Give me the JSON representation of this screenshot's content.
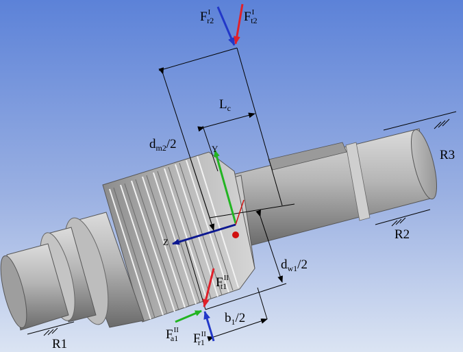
{
  "labels": {
    "force_r2_top": {
      "main": "F",
      "sub": "r2",
      "sup": "I"
    },
    "force_t2_top": {
      "main": "F",
      "sub": "t2",
      "sup": "I"
    },
    "force_t1_bottom": {
      "main": "F",
      "sub": "t1",
      "sup": "II"
    },
    "force_a1_bottom": {
      "main": "F",
      "sub": "a1",
      "sup": "II"
    },
    "force_r1_bottom": {
      "main": "F",
      "sub": "r1",
      "sup": "II"
    },
    "dim_lc": {
      "main": "L",
      "sub": "c"
    },
    "dim_dm2": {
      "main": "d",
      "sub": "m2",
      "tail": "/2"
    },
    "dim_dw1": {
      "main": "d",
      "sub": "w1",
      "tail": "/2"
    },
    "dim_b1": {
      "main": "b",
      "sub": "1",
      "tail": "/2"
    },
    "support_r1": "R1",
    "support_r2": "R2",
    "support_r3": "R3",
    "axis_y": "Y",
    "axis_z": "Z"
  },
  "colors": {
    "background_top": "#5c82d8",
    "background_bottom": "#d8e2f2",
    "shaft_light": "#e2e2e2",
    "shaft_mid": "#a6a6a6",
    "shaft_dark": "#5a5a5a",
    "force_red": "#e0202a",
    "force_blue": "#2238c8",
    "axis_green": "#22b422",
    "axis_blue": "#0c1890",
    "origin_red": "#d01010",
    "dim_line": "#000000"
  }
}
